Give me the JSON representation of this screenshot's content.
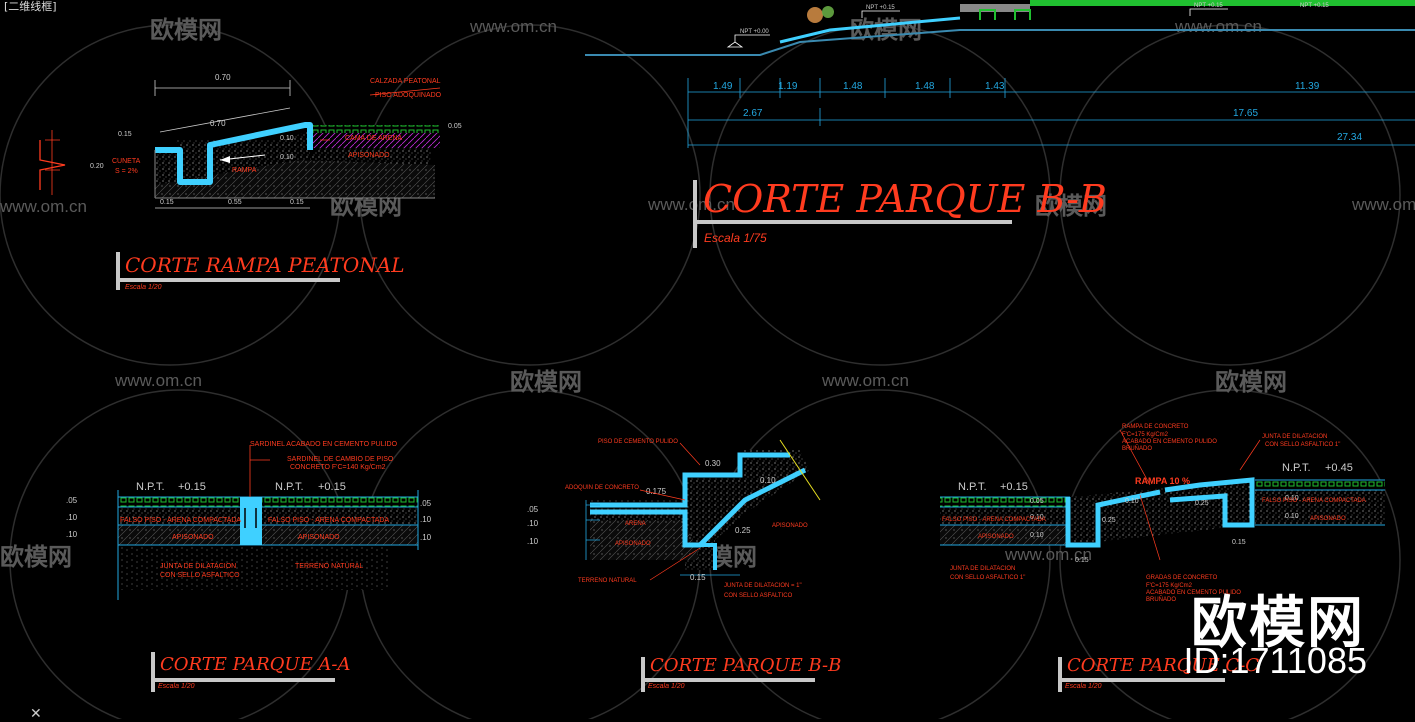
{
  "viewport_label": "[二维线框]",
  "watermark": {
    "brand": "欧模网",
    "url": "www.om.cn",
    "id": "ID:1711085"
  },
  "colors": {
    "background": "#000000",
    "title": "#ff3b1f",
    "annotation": "#ff3b1f",
    "dimension": "#22a7e0",
    "concrete": "#3fd0ff",
    "grass": "#20c030",
    "hatch": "#a8a8a8",
    "purple": "#c02bd8",
    "underline": "#c8c8c8"
  },
  "rampa": {
    "title": "CORTE RAMPA PEATONAL",
    "scale": "Escala 1/20",
    "dims": {
      "top1": "0.70",
      "top2": "0.70",
      "h1": "0.15",
      "h2": "0.20",
      "b1": "0.15",
      "b2": "0.55",
      "b3": "0.15",
      "d1": "0.10",
      "d2": "0.10",
      "d3": "0.05"
    },
    "labels": {
      "calzada": "CALZADA PEATONAL",
      "piso": "PISO ADOQUINADO",
      "cuneta": "CUNETA",
      "slope": "S = 2%",
      "rampa": "RAMPA",
      "cama": "CAMA DE ARENA",
      "apisonado": "APISONADO"
    }
  },
  "bb_main": {
    "title": "CORTE PARQUE B-B",
    "scale": "Escala 1/75",
    "levels": [
      "NPT +0.00",
      "NPT +0.15",
      "NPT +0.15",
      "NPT +0.15"
    ],
    "dims_row1": [
      "1.49",
      "1.19",
      "1.48",
      "1.48",
      "1.43",
      "11.39"
    ],
    "dims_row2": [
      "2.67",
      "17.65"
    ],
    "dims_row3": [
      "27.34"
    ]
  },
  "aa": {
    "title": "CORTE PARQUE A-A",
    "scale": "Escala 1/20",
    "npt_left": "N.P.T.",
    "npt_left_val": "+0.15",
    "npt_right": "N.P.T.",
    "npt_right_val": "+0.15",
    "left_dims": [
      ".05",
      ".10",
      ".10"
    ],
    "right_dims": [
      ".05",
      ".10",
      ".10"
    ],
    "labels": {
      "sardinel1": "SARDINEL ACABADO EN CEMENTO PULIDO",
      "sardinel2a": "SARDINEL DE CAMBIO DE PISO",
      "sardinel2b": "CONCRETO F'C=140 Kg/Cm2",
      "falso_left": "FALSO PISO - ARENA COMPACTADA",
      "falso_right": "FALSO PISO - ARENA COMPACTADA",
      "apis_left": "APISONADO",
      "apis_right": "APISONADO",
      "terreno": "TERRENO NATURAL",
      "junta1": "JUNTA DE DILATACION",
      "junta2": "CON SELLO ASFALTICO"
    }
  },
  "bb_small": {
    "title": "CORTE PARQUE B-B",
    "scale": "Escala 1/20",
    "dims": {
      "d030": "0.30",
      "d0175": "0.175",
      "d010": "0.10",
      "d025": "0.25",
      "d015": "0.15"
    },
    "left_dims": [
      ".05",
      ".10",
      ".10"
    ],
    "labels": {
      "piso": "PISO DE CEMENTO PULIDO",
      "adoquin": "ADOQUIN DE CONCRETO",
      "arena": "ARENA",
      "apisonado": "APISONADO",
      "apisonado_r": "APISONADO",
      "terreno": "TERRENO NATURAL",
      "junta1": "JUNTA DE DILATACION = 1\"",
      "junta2": "CON SELLO ASFALTICO"
    }
  },
  "cc": {
    "title": "CORTE PARQUE C-C",
    "scale": "Escala 1/20",
    "npt_left": "N.P.T.",
    "npt_left_val": "+0.15",
    "npt_right": "N.P.T.",
    "npt_right_val": "+0.45",
    "rampa": "RAMPA 10 %",
    "dims": {
      "a": "0.05",
      "b": "0.10",
      "c": "0.10",
      "d": "0.10",
      "e": "0.25",
      "f": "0.25",
      "g": "0.15",
      "h": "0.15",
      "i": "0.10",
      "j": "0.10"
    },
    "labels": {
      "rampa_c1": "RAMPA DE CONCRETO",
      "rampa_c2": "F'C=175 Kg/Cm2",
      "rampa_c3": "ACABADO EN CEMENTO PULIDO",
      "rampa_c4": "BRUÑADO",
      "junta_r1": "JUNTA DE DILATACION",
      "junta_r2": "CON SELLO ASFALTICO 1\"",
      "falso_l": "FALSO PISO - ARENA COMPACTADA",
      "apis_l": "APISONADO",
      "falso_r": "FALSO PISO - ARENA COMPACTADA",
      "apis_r": "APISONADO",
      "junta_l1": "JUNTA DE DILATACION",
      "junta_l2": "CON SELLO ASFALTICO 1\"",
      "gradas1": "GRADAS DE CONCRETO",
      "gradas2": "F'C=175 Kg/Cm2",
      "gradas3": "ACABADO EN CEMENTO PULIDO",
      "gradas4": "BRUÑADO"
    }
  }
}
